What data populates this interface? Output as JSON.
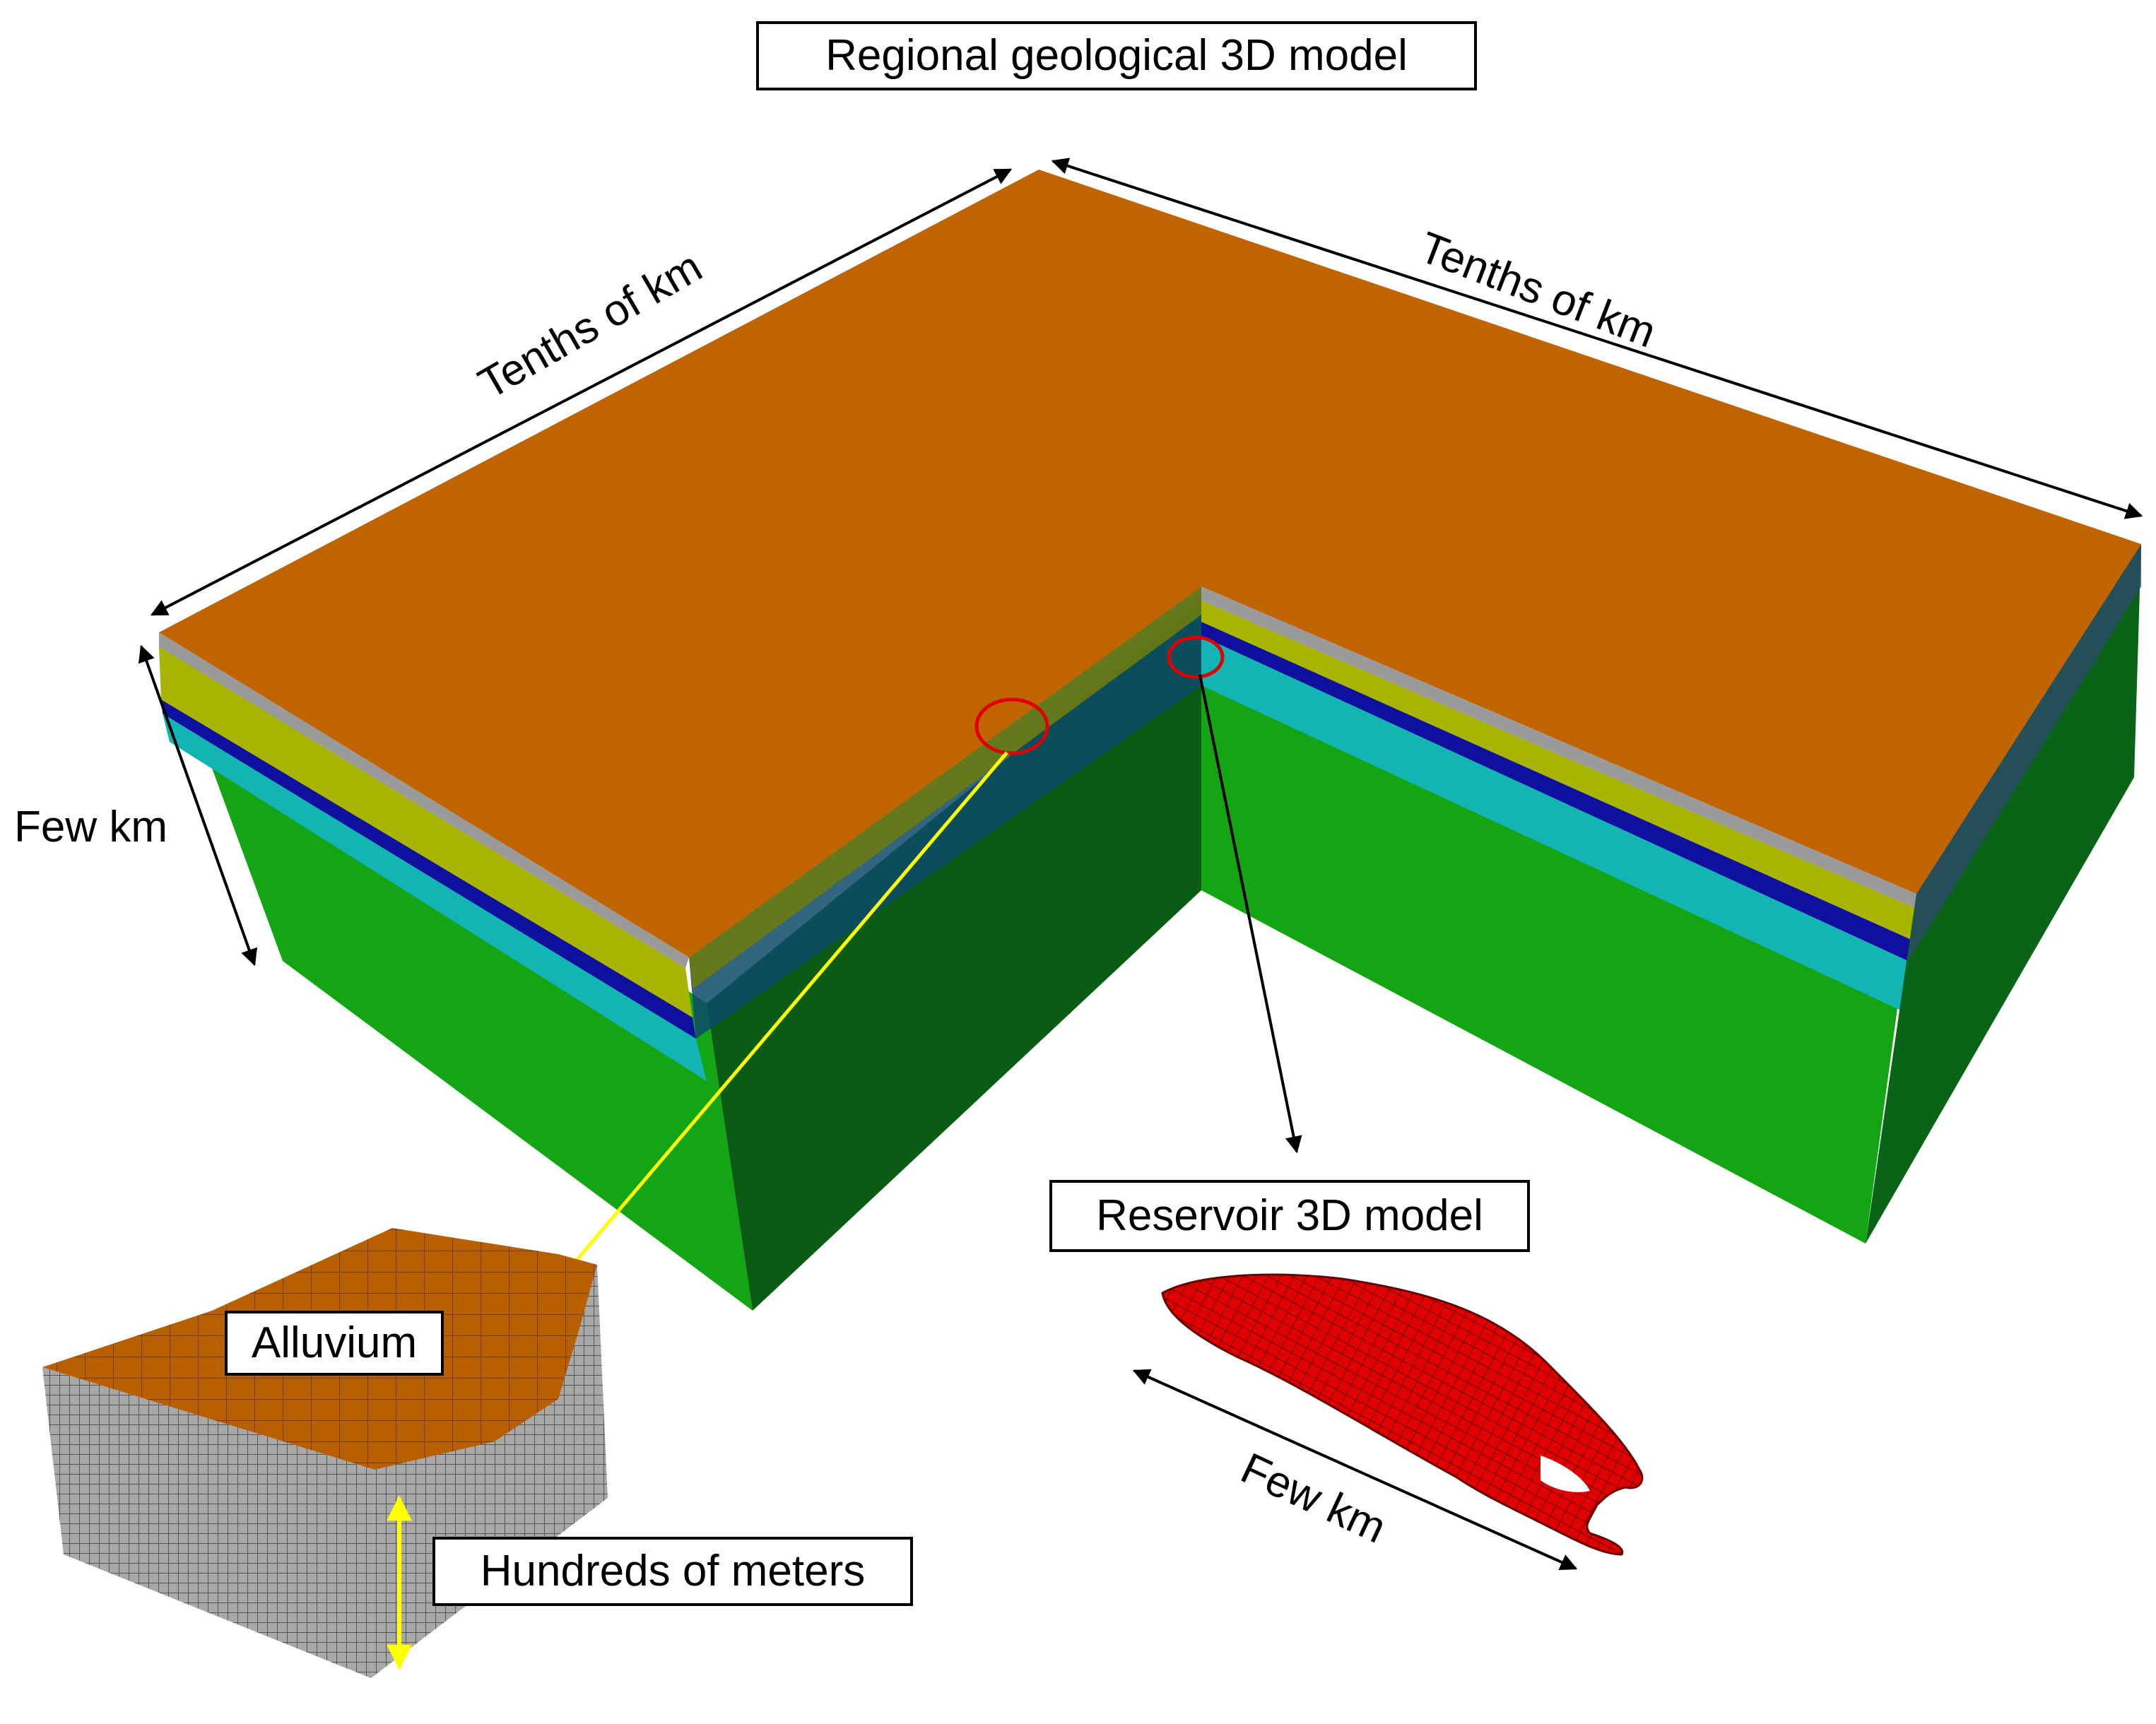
{
  "labels": {
    "regional_model": "Regional geological 3D model",
    "tenths_left": "Tenths of km",
    "tenths_right": "Tenths of km",
    "few_km_vertical": "Few km",
    "reservoir_model": "Reservoir 3D model",
    "few_km_reservoir": "Few km",
    "alluvium": "Alluvium",
    "hundreds_meters": "Hundreds of meters"
  },
  "colors": {
    "top_surface": "#c06400",
    "layer_yellow": "#a8b400",
    "layer_gray": "#9a9a9a",
    "layer_dark_blue": "#1010a0",
    "layer_cyan": "#10b0b8",
    "bedrock_green": "#12a812",
    "bedrock_dark_green": "#064e10",
    "reservoir_red": "#e00000",
    "callout_circle": "#e00000",
    "callout_arrow_yellow": "#ffff00",
    "mesh_gray": "#8a8a8a",
    "mesh_top": "#b86000"
  },
  "icons": {
    "dimension_arrow": "double-headed-arrow-icon",
    "callout_marker": "red-circle-marker-icon"
  }
}
